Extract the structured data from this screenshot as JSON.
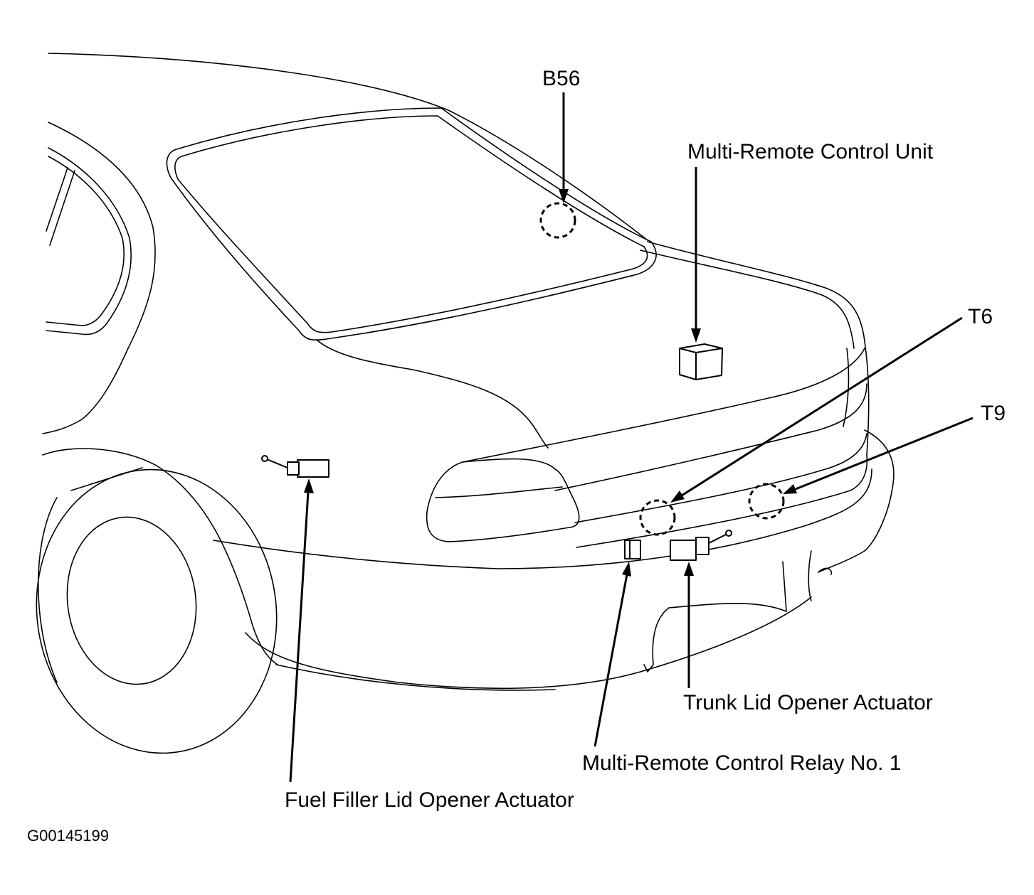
{
  "labels": {
    "b56": "B56",
    "multi_remote_control_unit": "Multi-Remote Control Unit",
    "t6": "T6",
    "t9": "T9",
    "trunk_lid_opener_actuator": "Trunk Lid Opener Actuator",
    "multi_remote_control_relay_no1": "Multi-Remote Control Relay No. 1",
    "fuel_filler_lid_opener_actuator": "Fuel Filler Lid Opener Actuator"
  },
  "figure_id": "G00145199"
}
